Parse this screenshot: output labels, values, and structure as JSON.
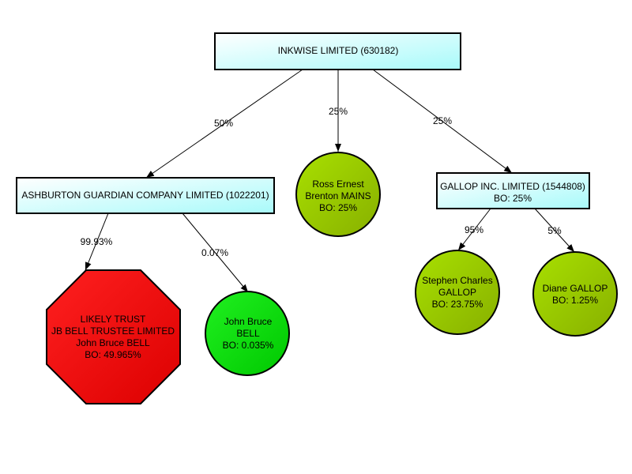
{
  "colors": {
    "company_fill": [
      "#ffffff",
      "#a8fafa"
    ],
    "person_fill": [
      "#a8e000",
      "#88b000"
    ],
    "direct_person_fill": [
      "#20f020",
      "#00c800"
    ],
    "trust_fill": [
      "#ff2020",
      "#dc0000"
    ]
  },
  "nodes": {
    "root": {
      "label": "INKWISE LIMITED (630182)"
    },
    "ashburton": {
      "label": "ASHBURTON GUARDIAN COMPANY LIMITED (1022201)"
    },
    "ross": {
      "lines": [
        "Ross Ernest",
        "Brenton MAINS",
        "BO: 25%"
      ]
    },
    "gallop_inc": {
      "lines": [
        "GALLOP INC. LIMITED (1544808)",
        "BO: 25%"
      ]
    },
    "trust": {
      "lines": [
        "LIKELY TRUST",
        "JB BELL TRUSTEE LIMITED",
        "John Bruce BELL",
        "BO: 49.965%"
      ]
    },
    "john": {
      "lines": [
        "John Bruce",
        "BELL",
        "BO: 0.035%"
      ]
    },
    "stephen": {
      "lines": [
        "Stephen Charles",
        "GALLOP",
        "BO: 23.75%"
      ]
    },
    "diane": {
      "lines": [
        "Diane GALLOP",
        "BO: 1.25%"
      ]
    }
  },
  "edges": {
    "root_ashburton": "50%",
    "root_ross": "25%",
    "root_gallop": "25%",
    "ashburton_trust": "99.93%",
    "ashburton_john": "0.07%",
    "gallop_stephen": "95%",
    "gallop_diane": "5%"
  }
}
